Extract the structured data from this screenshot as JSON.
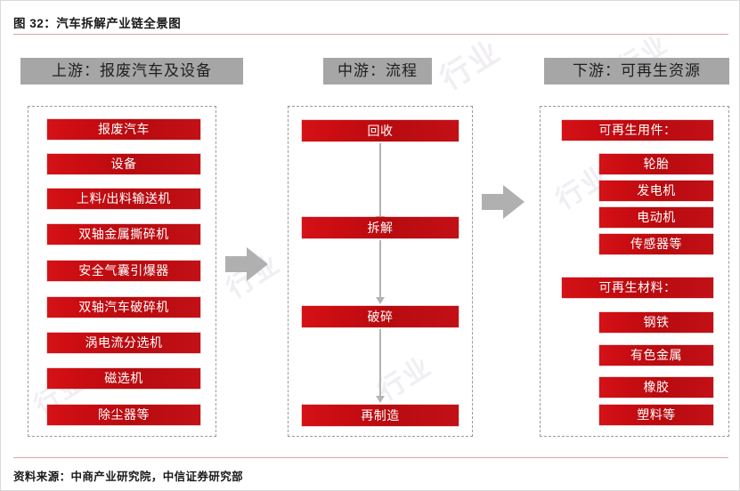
{
  "figure": {
    "title": "图 32：汽车拆解产业链全景图",
    "source": "资料来源：中商产业研究院，中信证券研究部"
  },
  "colors": {
    "box_red": "#c10d12",
    "header_gray": "#a6a6a6",
    "arrow_gray": "#b0b0b0",
    "dash_gray": "#9a9a9a",
    "rule_pink": "#e2a2a6"
  },
  "watermark": {
    "text": "行业"
  },
  "columns": {
    "upstream": {
      "header": "上游：报废汽车及设备",
      "items": [
        {
          "label": "报废汽车"
        },
        {
          "label": "设备"
        },
        {
          "label": "上料/出料输送机"
        },
        {
          "label": "双轴金属撕碎机"
        },
        {
          "label": "安全气囊引爆器"
        },
        {
          "label": "双轴汽车破碎机"
        },
        {
          "label": "涡电流分选机"
        },
        {
          "label": "磁选机"
        },
        {
          "label": "除尘器等"
        }
      ]
    },
    "midstream": {
      "header": "中游：流程",
      "steps": [
        {
          "label": "回收"
        },
        {
          "label": "拆解"
        },
        {
          "label": "破碎"
        },
        {
          "label": "再制造"
        }
      ]
    },
    "downstream": {
      "header": "下游：可再生资源",
      "groups": [
        {
          "header": "可再生用件：",
          "items": [
            {
              "label": "轮胎"
            },
            {
              "label": "发电机"
            },
            {
              "label": "电动机"
            },
            {
              "label": "传感器等"
            }
          ]
        },
        {
          "header": "可再生材料：",
          "items": [
            {
              "label": "钢铁"
            },
            {
              "label": "有色金属"
            },
            {
              "label": "橡胶"
            },
            {
              "label": "塑料等"
            }
          ]
        }
      ]
    }
  },
  "connectors": {
    "upstream_to_midstream": "right-block-arrow",
    "midstream_to_downstream": "right-block-arrow",
    "flow_arrows": "down-arrow"
  }
}
